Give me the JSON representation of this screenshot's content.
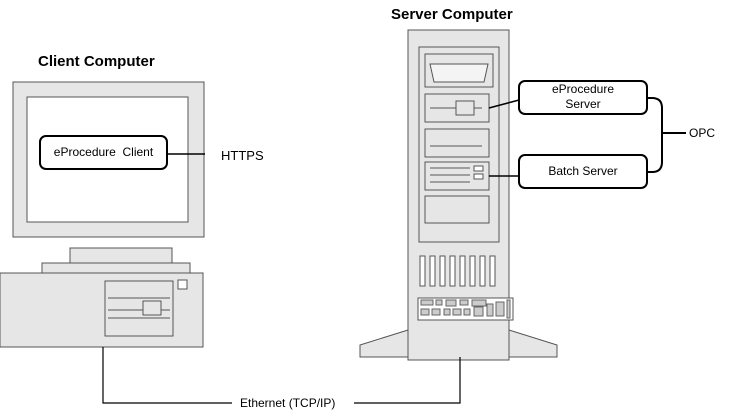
{
  "client": {
    "title": "Client Computer",
    "app_box": "eProcedure  Client"
  },
  "server": {
    "title": "Server Computer",
    "eprocedure_server_line1": "eProcedure",
    "eprocedure_server_line2": "Server",
    "batch_server": "Batch Server"
  },
  "connections": {
    "https": "HTTPS",
    "opc": "OPC",
    "ethernet": "Ethernet (TCP/IP)"
  },
  "colors": {
    "body_fill": "#e6e6e6",
    "stroke": "#555555",
    "line": "#000000"
  }
}
